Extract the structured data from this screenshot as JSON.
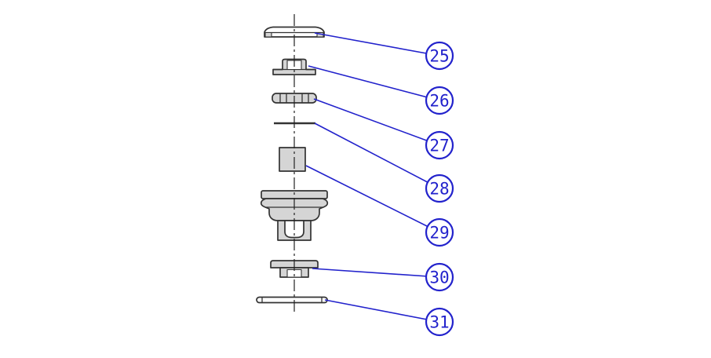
{
  "diagram": {
    "type": "exploded-parts-diagram",
    "background": "#ffffff",
    "line_color": "#333333",
    "part_fill": "#d5d5d5",
    "accent_color": "#2222cc"
  },
  "callouts": [
    {
      "number": "25",
      "part": "top-cap"
    },
    {
      "number": "26",
      "part": "stepped-bushing"
    },
    {
      "number": "27",
      "part": "washer"
    },
    {
      "number": "28",
      "part": "shim"
    },
    {
      "number": "29",
      "part": "square-block"
    },
    {
      "number": "30",
      "part": "flanged-cap"
    },
    {
      "number": "31",
      "part": "flat-bar"
    }
  ]
}
